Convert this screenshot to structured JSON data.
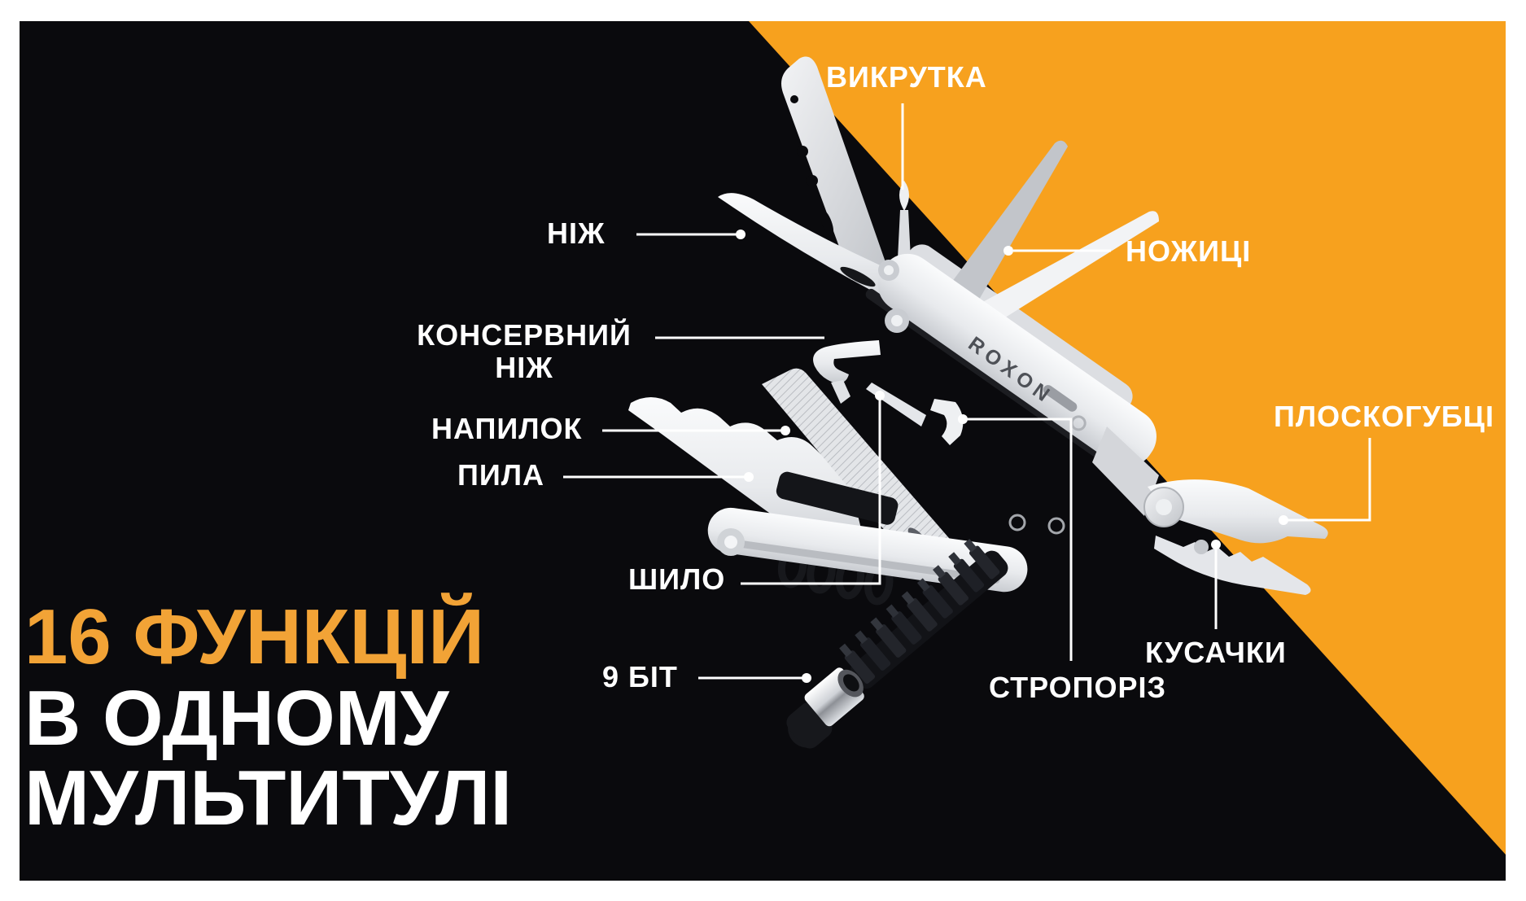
{
  "page": {
    "background": "#FFFFFF"
  },
  "canvas": {
    "background": "#0A0A0D",
    "accent_orange": "#F7A11E",
    "text_white": "#FFFFFF"
  },
  "title": {
    "line1": "16 ФУНКЦІЙ",
    "line2": "В ОДНОМУ",
    "line3": "МУЛЬТИТУЛІ",
    "line1_color": "#F2A336"
  },
  "brand": {
    "logo_text": "ROXON"
  },
  "labels": {
    "screwdriver": {
      "text": "ВИКРУТКА"
    },
    "knife": {
      "text": "НІЖ"
    },
    "scissors": {
      "text": "НОЖИЦІ"
    },
    "can_opener": {
      "line1": "КОНСЕРВНИЙ",
      "line2": "НІЖ"
    },
    "file": {
      "text": "НАПИЛОК"
    },
    "saw": {
      "text": "ПИЛА"
    },
    "awl": {
      "text": "ШИЛО"
    },
    "bits": {
      "text": "9 БІТ"
    },
    "strap_cutter": {
      "text": "СТРОПОРІЗ"
    },
    "wire_cutters": {
      "text": "КУСАЧКИ"
    },
    "pliers": {
      "text": "ПЛОСКОГУБЦІ"
    }
  }
}
